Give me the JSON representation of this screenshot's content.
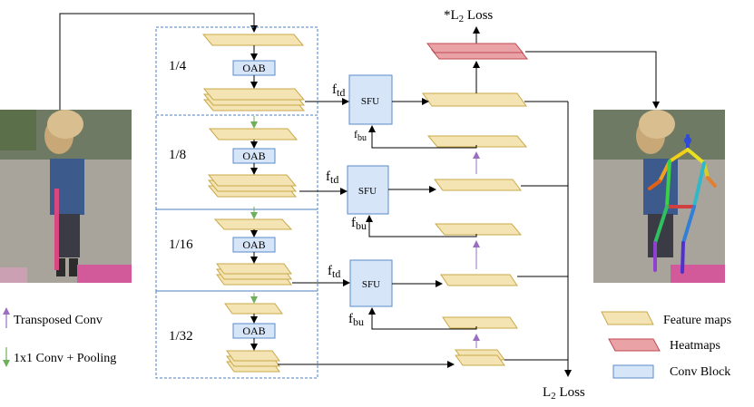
{
  "scales": [
    "1/4",
    "1/8",
    "1/16",
    "1/32"
  ],
  "oab_label": "OAB",
  "sfu_label": "SFU",
  "f_td": {
    "base": "f",
    "sub": "td"
  },
  "f_bu": {
    "base": "f",
    "sub": "bu"
  },
  "top_loss": {
    "prefix": "*L",
    "sub": "2",
    "suffix": " Loss"
  },
  "bottom_loss": {
    "prefix": "L",
    "sub": "2",
    "suffix": " Loss"
  },
  "left_legend": {
    "transposed_conv": "Transposed Conv",
    "conv_pooling": "1x1 Conv + Pooling"
  },
  "right_legend": {
    "feature_maps": "Feature maps",
    "heatmaps": "Heatmaps",
    "conv_block": "Conv Block"
  },
  "colors": {
    "feature_fill": "#F5E4B3",
    "feature_stroke": "#C9A94A",
    "heatmap_fill": "#E9A3A6",
    "heatmap_stroke": "#C04850",
    "block_fill": "#D6E5F8",
    "block_stroke": "#5B8BC9",
    "purple_arrow": "#9B6FC0",
    "green_arrow": "#6DAF5A",
    "dashed_box": "#4A7FC1"
  }
}
